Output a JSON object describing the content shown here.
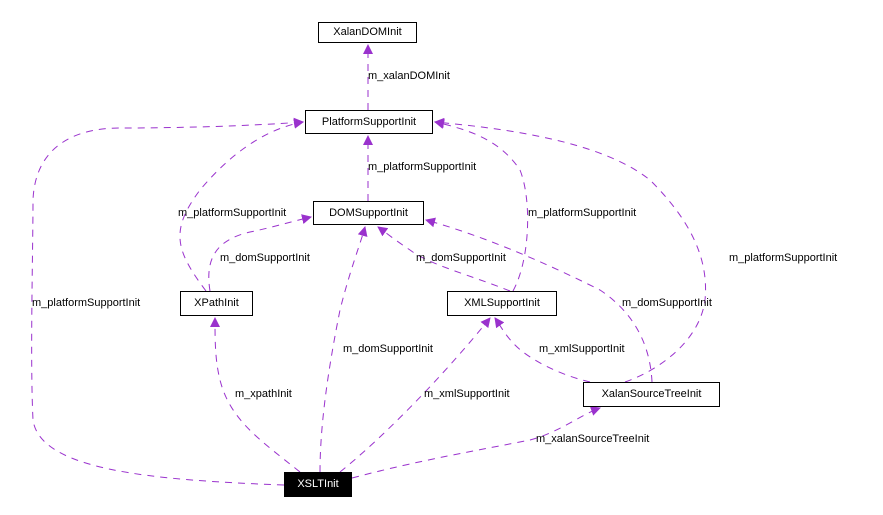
{
  "diagram": {
    "title": "XSLTInit collaboration graph",
    "edge_color": "#9a32cd",
    "nodes": [
      {
        "id": "XalanDOMInit",
        "label": "XalanDOMInit",
        "highlighted": false
      },
      {
        "id": "PlatformSupportInit",
        "label": "PlatformSupportInit",
        "highlighted": false
      },
      {
        "id": "DOMSupportInit",
        "label": "DOMSupportInit",
        "highlighted": false
      },
      {
        "id": "XPathInit",
        "label": "XPathInit",
        "highlighted": false
      },
      {
        "id": "XMLSupportInit",
        "label": "XMLSupportInit",
        "highlighted": false
      },
      {
        "id": "XalanSourceTreeInit",
        "label": "XalanSourceTreeInit",
        "highlighted": false
      },
      {
        "id": "XSLTInit",
        "label": "XSLTInit",
        "highlighted": true
      }
    ],
    "edges": [
      {
        "from": "PlatformSupportInit",
        "to": "XalanDOMInit",
        "label": "m_xalanDOMInit"
      },
      {
        "from": "DOMSupportInit",
        "to": "PlatformSupportInit",
        "label": "m_platformSupportInit"
      },
      {
        "from": "XPathInit",
        "to": "PlatformSupportInit",
        "label": "m_platformSupportInit"
      },
      {
        "from": "XPathInit",
        "to": "DOMSupportInit",
        "label": "m_domSupportInit"
      },
      {
        "from": "XMLSupportInit",
        "to": "PlatformSupportInit",
        "label": "m_platformSupportInit"
      },
      {
        "from": "XMLSupportInit",
        "to": "DOMSupportInit",
        "label": "m_domSupportInit"
      },
      {
        "from": "XalanSourceTreeInit",
        "to": "PlatformSupportInit",
        "label": "m_platformSupportInit"
      },
      {
        "from": "XalanSourceTreeInit",
        "to": "DOMSupportInit",
        "label": "m_domSupportInit"
      },
      {
        "from": "XalanSourceTreeInit",
        "to": "XMLSupportInit",
        "label": "m_xmlSupportInit"
      },
      {
        "from": "XSLTInit",
        "to": "PlatformSupportInit",
        "label": "m_platformSupportInit"
      },
      {
        "from": "XSLTInit",
        "to": "DOMSupportInit",
        "label": "m_domSupportInit"
      },
      {
        "from": "XSLTInit",
        "to": "XPathInit",
        "label": "m_xpathInit"
      },
      {
        "from": "XSLTInit",
        "to": "XMLSupportInit",
        "label": "m_xmlSupportInit"
      },
      {
        "from": "XSLTInit",
        "to": "XalanSourceTreeInit",
        "label": "m_xalanSourceTreeInit"
      }
    ]
  }
}
